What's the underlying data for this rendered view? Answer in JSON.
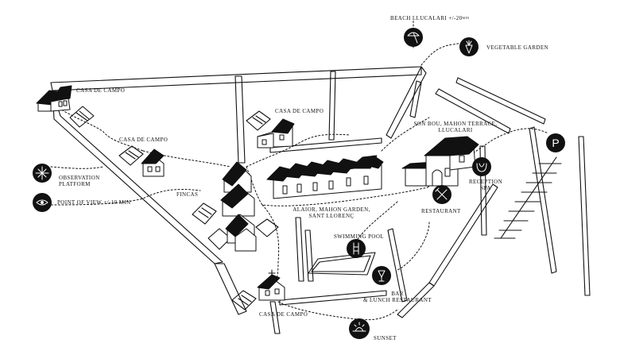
{
  "labels": {
    "beach": "BEACH LLUCALARI +/-20",
    "beach_unit": "MIN",
    "vegetable_garden": "VEGETABLE GARDEN",
    "casa_1": "CASA DE CAMPO",
    "casa_2": "CASA DE CAMPO",
    "casa_3": "CASA DE CAMPO",
    "casa_4": "CASA DE CAMPO",
    "son_bou_1": "SON BOU, MAHON TERRACE,",
    "son_bou_2": "LLUCALARI",
    "observation_1": "OBSERVATION",
    "observation_2": "PLATFORM",
    "point_of_view": "POINT OF VIEW +/-10 MIN",
    "fincas": "FINCAS",
    "alaior_1": "ALAIOR, MAHON GARDEN,",
    "alaior_2": "SANT LLORENÇ",
    "reception_1": "RECEPTION",
    "reception_2": "SPA",
    "restaurant": "RESTAURANT",
    "swimming_pool": "SWIMMING POOL",
    "bar_1": "BAR",
    "bar_2": "& LUNCH RESTAURANT",
    "sunset": "SUNSET"
  },
  "icons": {
    "beach": "umbrella-icon",
    "vegetable_garden": "carrot-icon",
    "parking": "parking-icon",
    "reception_spa": "spa-icon",
    "restaurant": "cutlery-icon",
    "swimming_pool": "pool-ladder-icon",
    "bar": "glass-icon",
    "sunset": "sunset-icon",
    "observation": "compass-icon",
    "point_of_view": "eye-icon"
  },
  "icon_glyphs": {
    "parking": "P"
  },
  "colors": {
    "ink": "#111111",
    "paper": "#ffffff"
  }
}
